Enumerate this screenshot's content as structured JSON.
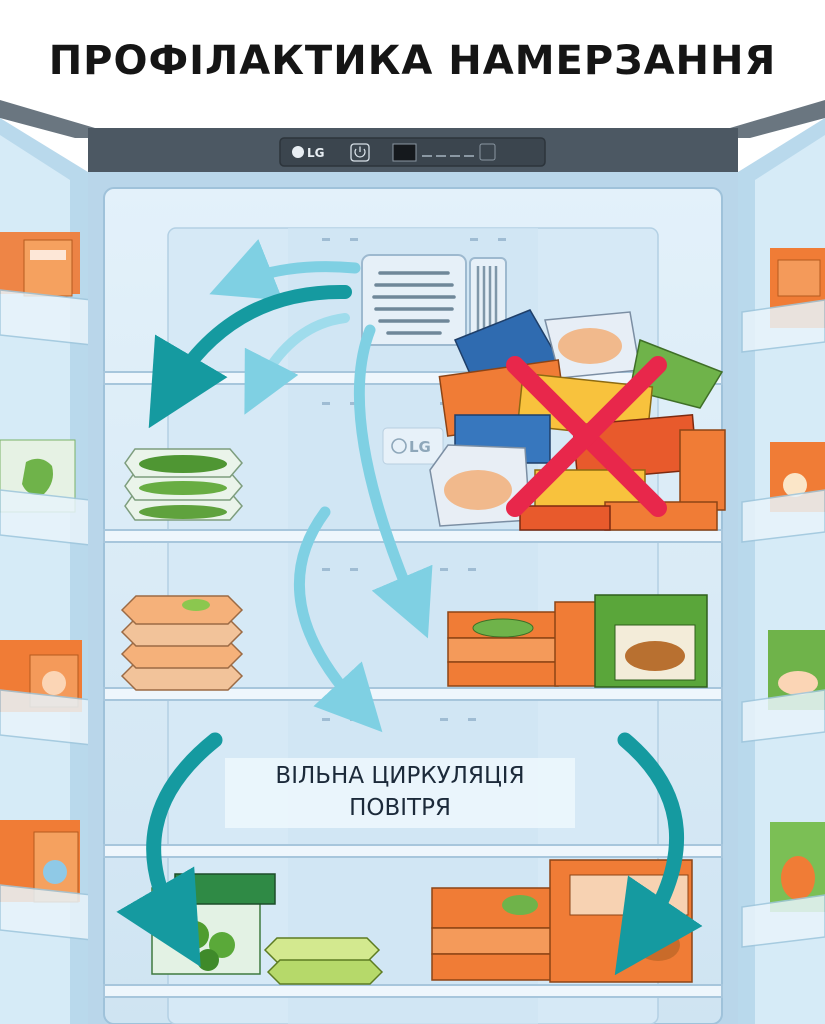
{
  "title": "ПРОФІЛАКТИКА НАМЕРЗАННЯ",
  "brand": "LG",
  "circulation_label": {
    "line1": "ВІЛЬНА ЦИРКУЛЯЦІЯ",
    "line2": "ПОВІТРЯ"
  },
  "icons": [
    "power-icon",
    "fan-vent-icon",
    "airflow-arrow-icon",
    "cross-mark-icon"
  ],
  "colors": {
    "fridge_interior": "#dcecf7",
    "fridge_frame": "#4c5863",
    "airflow_light": "#7fd0e3",
    "airflow_dark": "#159aa0",
    "warning_cross": "#e8274b",
    "package_orange": "#f07c36",
    "package_green": "#58a63c"
  }
}
